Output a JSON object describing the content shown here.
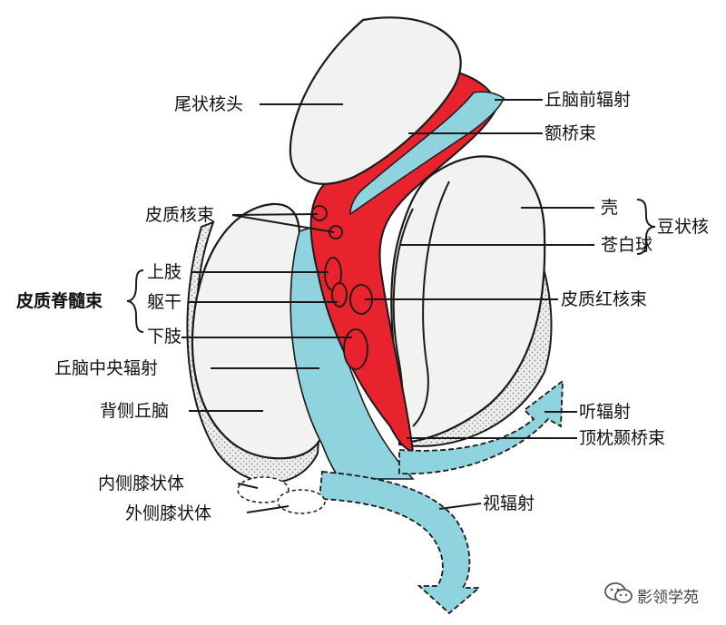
{
  "colors": {
    "red_tract": "#e8232e",
    "blue_tract": "#8fd3df",
    "structure_fill": "#f2f2f0",
    "outline": "#1a1a1a",
    "stipple": "#b8b8b8"
  },
  "labels": {
    "caudate_head": "尾状核头",
    "anterior_thalamic_radiation": "丘脑前辐射",
    "frontopontine_tract": "额桥束",
    "putamen": "壳",
    "globus_pallidus": "苍白球",
    "lentiform_nucleus": "豆状核",
    "corticobulbar_tract": "皮质核束",
    "corticospinal_tract": "皮质脊髓束",
    "upper_limb": "上肢",
    "trunk": "躯干",
    "lower_limb": "下肢",
    "corticorubral_tract": "皮质红核束",
    "central_thalamic_radiation": "丘脑中央辐射",
    "dorsal_thalamus": "背侧丘脑",
    "auditory_radiation": "听辐射",
    "parieto_occipito_temporo_pontine_tract": "顶枕颞桥束",
    "medial_geniculate_body": "内侧膝状体",
    "lateral_geniculate_body": "外侧膝状体",
    "optic_radiation": "视辐射"
  },
  "watermark": {
    "icon": "wechat-icon",
    "text": "影领学苑"
  }
}
